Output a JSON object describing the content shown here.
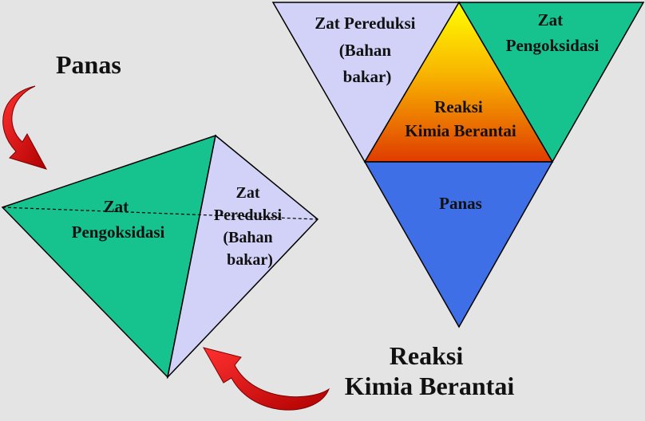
{
  "diagram": {
    "tetrahedron": {
      "caption_heat": "Panas",
      "face_oxidizer": [
        "Zat",
        "Pengoksidasi"
      ],
      "face_fuel": [
        "Zat",
        "Pereduksi",
        "(Bahan",
        "bakar)"
      ],
      "caption_chain": [
        "Reaksi",
        "Kimia Berantai"
      ]
    },
    "triangle": {
      "section_fuel": [
        "Zat Pereduksi",
        "(Bahan",
        "bakar)"
      ],
      "section_oxidizer": [
        "Zat",
        "Pengoksidasi"
      ],
      "section_chain": [
        "Reaksi",
        "Kimia Berantai"
      ],
      "section_heat": "Panas"
    },
    "colors": {
      "background": "#e4e4e4",
      "oxidizer_face": "#16c38f",
      "fuel_face": "#d2d2f8",
      "heat_face": "#3f6fe6",
      "chain_gradient_top": "#ffff00",
      "chain_gradient_bottom": "#e24000",
      "arrow": "#e01010"
    }
  }
}
